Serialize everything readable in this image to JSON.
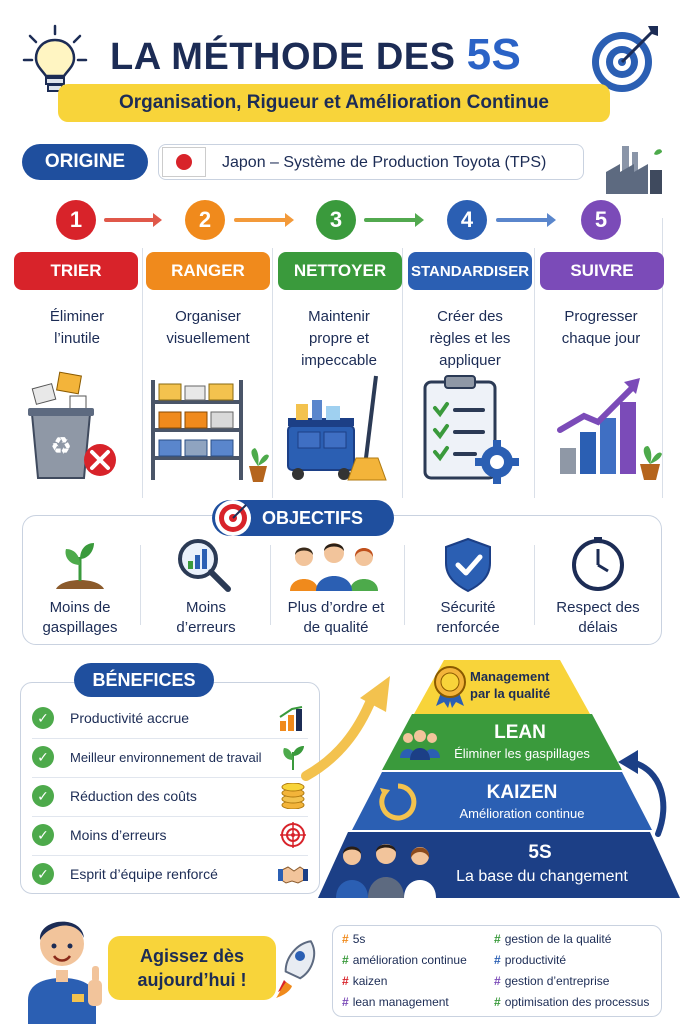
{
  "header": {
    "title_main": "LA MÉTHODE DES ",
    "title_accent": "5S",
    "subtitle": "Organisation, Rigueur et Amélioration Continue"
  },
  "origin": {
    "label": "ORIGINE",
    "text": "Japon – Système de Production Toyota (TPS)"
  },
  "steps": [
    {
      "num": "1",
      "label": "TRIER",
      "desc": "Éliminer l’inutile",
      "color": "#d8232a"
    },
    {
      "num": "2",
      "label": "RANGER",
      "desc": "Organiser visuellement",
      "color": "#f08a1c"
    },
    {
      "num": "3",
      "label": "NETTOYER",
      "desc": "Maintenir propre et impeccable",
      "color": "#3a9a3c"
    },
    {
      "num": "4",
      "label": "STANDARDISER",
      "desc": "Créer des règles et les appliquer",
      "color": "#2b5fb3"
    },
    {
      "num": "5",
      "label": "SUIVRE",
      "desc": "Progresser chaque jour",
      "color": "#7b4bb8"
    }
  ],
  "objectives": {
    "label": "OBJECTIFS",
    "items": [
      {
        "label": "Moins de gaspillages",
        "icon": "sprout-icon"
      },
      {
        "label": "Moins d’erreurs",
        "icon": "magnifier-chart-icon"
      },
      {
        "label": "Plus d’ordre et de qualité",
        "icon": "team-icon"
      },
      {
        "label": "Sécurité renforcée",
        "icon": "shield-check-icon"
      },
      {
        "label": "Respect des délais",
        "icon": "clock-icon"
      }
    ]
  },
  "benefits": {
    "label": "BÉNEFICES",
    "items": [
      {
        "text": "Productivité accrue",
        "icon": "bar-chart-icon"
      },
      {
        "text": "Meilleur environnement de travail",
        "icon": "plant-icon"
      },
      {
        "text": "Réduction des coûts",
        "icon": "coins-icon"
      },
      {
        "text": "Moins d’erreurs",
        "icon": "target-icon"
      },
      {
        "text": "Esprit d’équipe renforcé",
        "icon": "handshake-icon"
      }
    ]
  },
  "pyramid": {
    "top": {
      "line1": "Management",
      "line2": "par la qualité",
      "color": "#f8d43a"
    },
    "lean": {
      "title": "LEAN",
      "sub": "Éliminer les gaspillages",
      "color": "#3a9a3c"
    },
    "kaizen": {
      "title": "KAIZEN",
      "sub": "Amélioration continue",
      "color": "#2b5fb3"
    },
    "base": {
      "title": "5S",
      "sub": "La base du changement",
      "color": "#1c3f86"
    }
  },
  "cta": {
    "line1": "Agissez dès",
    "line2": "aujourd’hui !"
  },
  "tags": [
    {
      "text": "5s",
      "color": "#f08a1c"
    },
    {
      "text": "gestion de la qualité",
      "color": "#3a9a3c"
    },
    {
      "text": "amélioration continue",
      "color": "#3a9a3c"
    },
    {
      "text": "productivité",
      "color": "#2b5fb3"
    },
    {
      "text": "kaizen",
      "color": "#d8232a"
    },
    {
      "text": "gestion d’entreprise",
      "color": "#7b4bb8"
    },
    {
      "text": "lean management",
      "color": "#7b4bb8"
    },
    {
      "text": "optimisation des processus",
      "color": "#3a9a3c"
    }
  ]
}
